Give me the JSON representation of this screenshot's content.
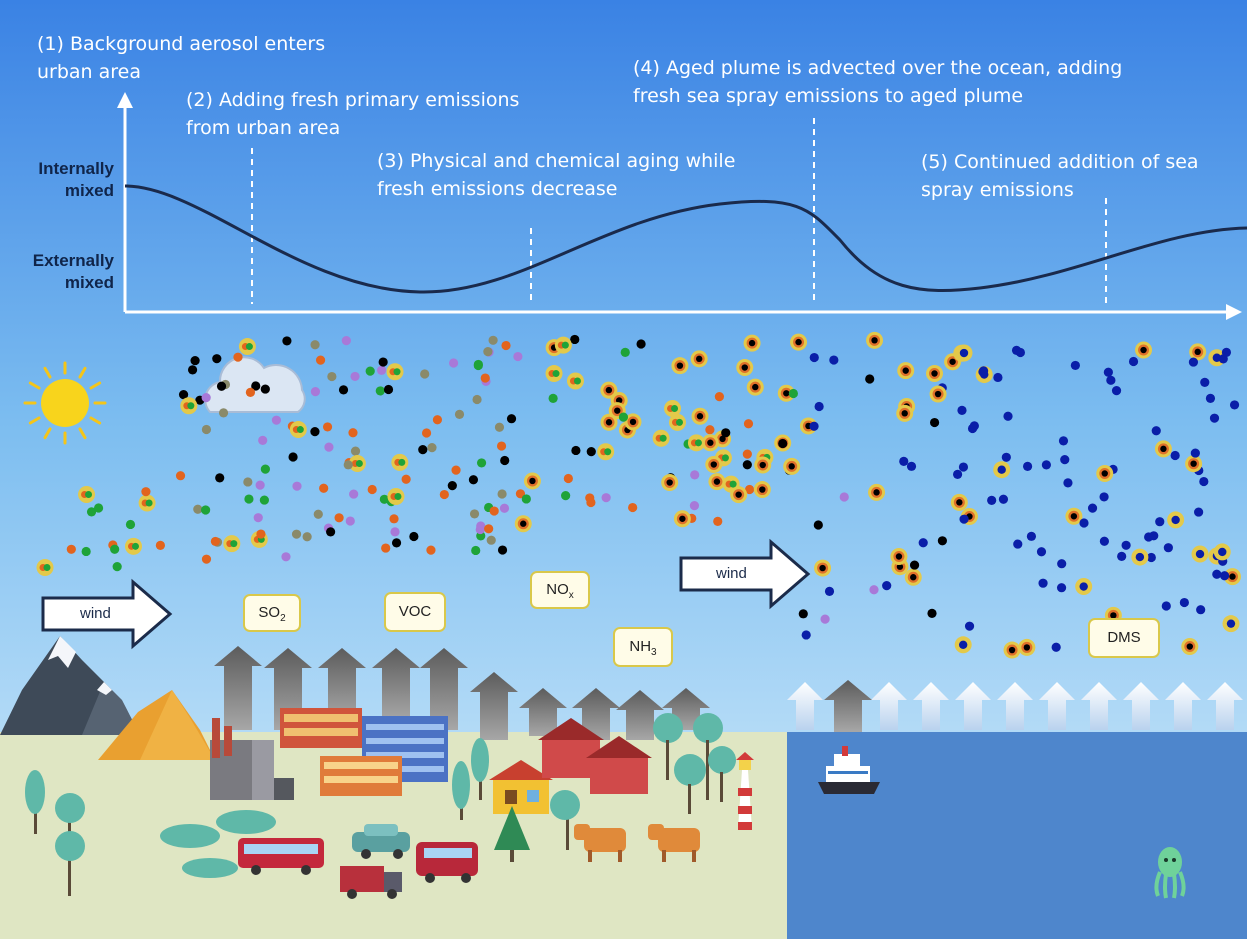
{
  "steps": {
    "s1": [
      "(1) Background aerosol enters",
      "urban area"
    ],
    "s2": [
      "(2) Adding fresh primary emissions",
      "from urban area"
    ],
    "s3": [
      "(3) Physical and chemical aging while",
      "fresh emissions decrease"
    ],
    "s4": [
      "(4) Aged plume is advected over the ocean, adding",
      "fresh sea spray emissions to aged plume"
    ],
    "s5": [
      "(5) Continued addition of sea",
      "spray emissions"
    ]
  },
  "y_axis": {
    "top": [
      "Internally",
      "mixed"
    ],
    "bottom": [
      "Externally",
      "mixed"
    ]
  },
  "wind": [
    "wind",
    "wind"
  ],
  "gases": {
    "so2": {
      "base": "SO",
      "sub": "2"
    },
    "voc": {
      "base": "VOC",
      "sub": ""
    },
    "nox": {
      "base": "NO",
      "sub": "x"
    },
    "nh3": {
      "base": "NH",
      "sub": "3"
    },
    "dms": {
      "base": "DMS",
      "sub": ""
    }
  },
  "colors": {
    "sky_top": "#3f86e6",
    "sky_bottom": "#cfe9fb",
    "curve": "#1a2a4c",
    "ocean": "#4e86cc",
    "land": "#dfe6c3",
    "sea_salt": "#0a1ea8",
    "black_carbon": "#000000",
    "organic": "#8a8a6a",
    "sulfate": "#e2641e",
    "nitrate": "#1fa338",
    "ammonium": "#a879d8",
    "coating": "#e3c94a"
  }
}
